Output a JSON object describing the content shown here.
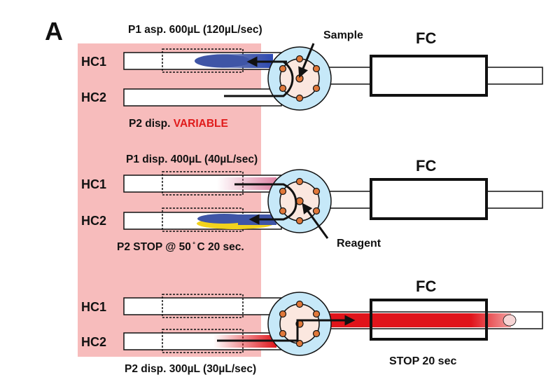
{
  "panel_letter": "A",
  "colors": {
    "heating_zone": "#f7bcbc",
    "valve_outer": "#c6e8f8",
    "valve_inner": "#fbe7df",
    "port": "#e0783a",
    "sample_blue": "#3f55a6",
    "reagent_yellow": "#f2d21d",
    "reagent_red": "#e0141b",
    "variable_text": "#e01b1b"
  },
  "panels": [
    {
      "hc1_label": "HC1",
      "hc2_label": "HC2",
      "fc_label": "FC",
      "top_caption": "P1 asp. 600µL (120µL/sec)",
      "bottom_caption_prefix": "P2 disp. ",
      "bottom_caption_highlight": "VARIABLE",
      "callout": "Sample"
    },
    {
      "hc1_label": "HC1",
      "hc2_label": "HC2",
      "fc_label": "FC",
      "top_caption": "P1 disp. 400µL (40µL/sec)",
      "bottom_caption": "P2 STOP @ 50 ̊ C 20 sec.",
      "callout": "Reagent"
    },
    {
      "hc1_label": "HC1",
      "hc2_label": "HC2",
      "fc_label": "FC",
      "bottom_caption": "P2 disp. 300µL (30µL/sec)",
      "fc_caption": "STOP 20 sec"
    }
  ]
}
